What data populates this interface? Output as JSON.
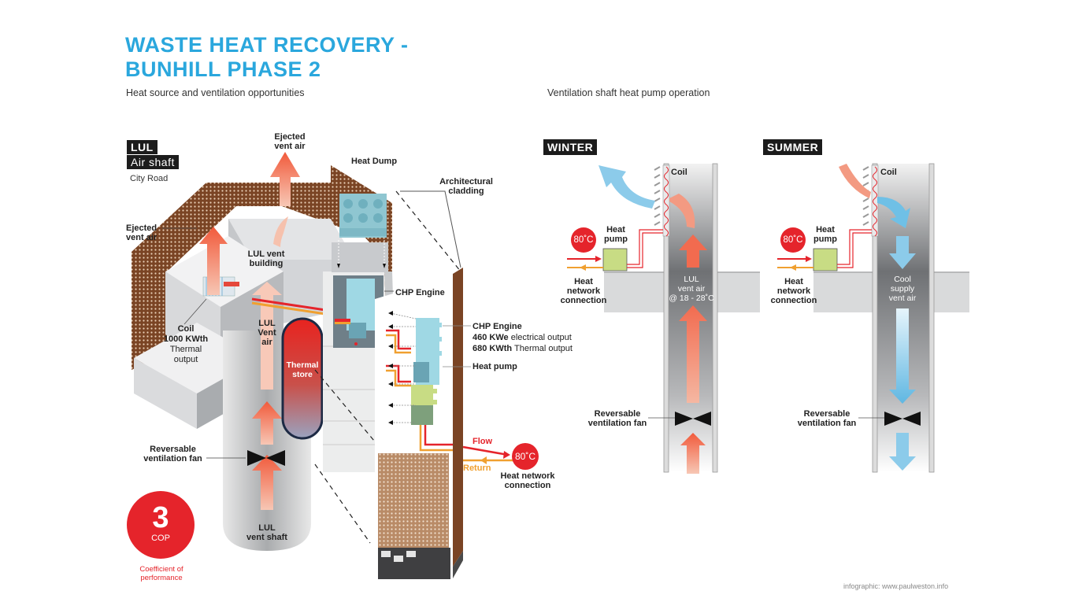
{
  "header": {
    "title_line1": "WASTE HEAT RECOVERY -",
    "title_line2": "BUNHILL PHASE 2",
    "left_subtitle": "Heat source and ventilation opportunities",
    "right_subtitle": "Ventilation shaft heat pump operation"
  },
  "left_diagram": {
    "location_tag_line1": "LUL",
    "location_tag_line2": "Air shaft",
    "location_street": "City Road",
    "ejected_vent_air_top": [
      "Ejected",
      "vent air"
    ],
    "ejected_vent_air_left": [
      "Ejected",
      "vent air"
    ],
    "heat_dump": "Heat Dump",
    "architectural_cladding": [
      "Architectural",
      "cladding"
    ],
    "lul_vent_building": [
      "LUL vent",
      "building"
    ],
    "chp_engine_inner": "CHP Engine",
    "coil": {
      "label": "Coil",
      "value": "1000 KWth",
      "desc": [
        "Thermal",
        "output"
      ]
    },
    "lul_vent_air": [
      "LUL",
      "Vent",
      "air"
    ],
    "thermal_store": [
      "Thermal",
      "store"
    ],
    "chp_engine_callout": {
      "label": "CHP Engine",
      "electrical_value": "460 KWe",
      "electrical_desc": "electrical output",
      "thermal_value": "680 KWth",
      "thermal_desc": "Thermal output"
    },
    "heat_pump": "Heat pump",
    "reversable_fan": [
      "Reversable",
      "ventilation fan"
    ],
    "lul_vent_shaft": [
      "LUL",
      "vent shaft"
    ],
    "flow": "Flow",
    "return": "Return",
    "network_temp": "80˚C",
    "heat_network_connection": [
      "Heat network",
      "connection"
    ],
    "cop": {
      "value": "3",
      "unit": "COP",
      "desc": [
        "Coefficient of",
        "performance"
      ]
    }
  },
  "winter": {
    "tag": "WINTER",
    "coil": "Coil",
    "heat_pump": [
      "Heat",
      "pump"
    ],
    "temp": "80˚C",
    "network": [
      "Heat",
      "network",
      "connection"
    ],
    "shaft_air": [
      "LUL",
      "vent air",
      "@ 18 - 28˚C"
    ],
    "fan": [
      "Reversable",
      "ventilation fan"
    ]
  },
  "summer": {
    "tag": "SUMMER",
    "coil": "Coil",
    "heat_pump": [
      "Heat",
      "pump"
    ],
    "temp": "80˚C",
    "network": [
      "Heat",
      "network",
      "connection"
    ],
    "shaft_air": [
      "Cool",
      "supply",
      "vent air"
    ],
    "fan": [
      "Reversable",
      "ventilation fan"
    ]
  },
  "footer": {
    "credit": "infographic: www.paulweston.info"
  },
  "colors": {
    "title_blue": "#2aa7dd",
    "accent_red": "#e5242b",
    "warm_arrow": "#f26b4f",
    "cool_arrow": "#6fc0e6",
    "brick": "#7a4424",
    "return_orange": "#f0a030",
    "heat_pump_green": "#c8dc84",
    "chp_blue": "#9fd8e4"
  }
}
